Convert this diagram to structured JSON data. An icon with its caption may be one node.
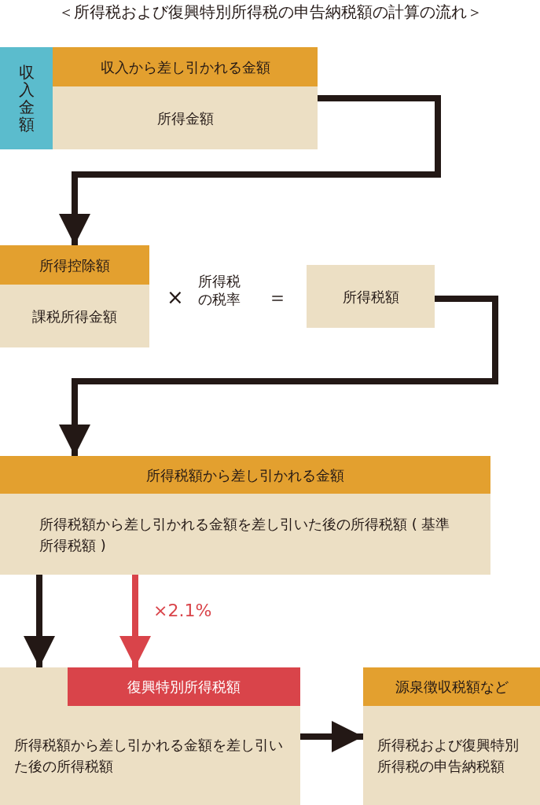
{
  "diagram": {
    "title": "＜所得税および復興特別所得税の申告納税額の計算の流れ＞",
    "nodes": [
      {
        "text": [
          "収入金額"
        ]
      },
      {
        "text": [
          "収入から差し引かれる金額"
        ]
      },
      {
        "text": [
          "所得金額"
        ]
      },
      {
        "text": [
          "所得控除額"
        ]
      },
      {
        "text": [
          "課税所得金額"
        ]
      },
      {
        "text": [
          "所得税額"
        ]
      },
      {
        "text": [
          "所得税額から差し引かれる金額"
        ]
      },
      {
        "text": [
          "所得税額から差し引かれる金額を差し引いた後の所得税額 ( 基準所得税額 )"
        ]
      },
      {
        "text": [
          "所得税額から差し引かれる金額を差し引いた後の所得税額"
        ]
      },
      {
        "text": [
          "復興特別所得税額"
        ],
        "in": 8
      },
      {
        "text": [
          "源泉徴収税額など"
        ]
      },
      {
        "text": [
          "所得税および復興特別所得税の申告納税額"
        ]
      }
    ],
    "edges": [
      {
        "from": 2,
        "to": 3,
        "arrow": "to"
      },
      {
        "from": 5,
        "to": 6,
        "arrow": "to"
      },
      {
        "from": 7,
        "to": 8,
        "arrow": "to"
      },
      {
        "from": 7,
        "to": 9,
        "arrow": "to",
        "label": "×2.1%",
        "color": "#d9444a"
      },
      {
        "from": 8,
        "to": 11,
        "arrow": "to"
      }
    ],
    "labels": [
      "×",
      "所得税の税率",
      "＝"
    ]
  }
}
